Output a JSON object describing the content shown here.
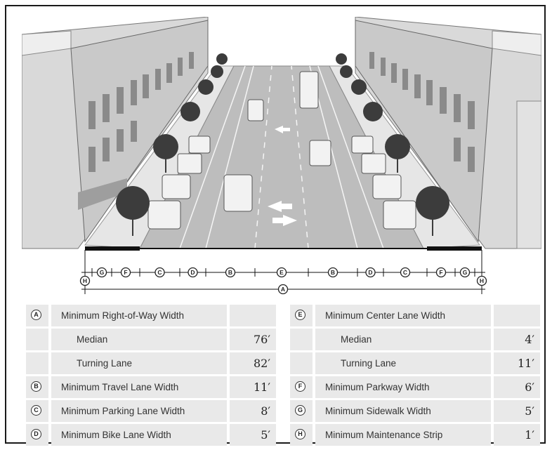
{
  "left_table": {
    "rows": [
      {
        "letter": "A",
        "label": "Minimum Right-of-Way Width",
        "value": ""
      },
      {
        "letter": "",
        "label": "Median",
        "value": "76′"
      },
      {
        "letter": "",
        "label": "Turning Lane",
        "value": "82′"
      },
      {
        "letter": "B",
        "label": "Minimum Travel Lane Width",
        "value": "11′"
      },
      {
        "letter": "C",
        "label": "Minimum Parking Lane Width",
        "value": "8′"
      },
      {
        "letter": "D",
        "label": "Minimum Bike Lane Width",
        "value": "5′"
      }
    ]
  },
  "right_table": {
    "rows": [
      {
        "letter": "E",
        "label": "Minimum Center Lane Width",
        "value": ""
      },
      {
        "letter": "",
        "label": "Median",
        "value": "4′"
      },
      {
        "letter": "",
        "label": "Turning Lane",
        "value": "11′"
      },
      {
        "letter": "F",
        "label": "Minimum Parkway Width",
        "value": "6′"
      },
      {
        "letter": "G",
        "label": "Minimum Sidewalk Width",
        "value": "5′"
      },
      {
        "letter": "H",
        "label": "Minimum Maintenance Strip",
        "value": "1′"
      }
    ]
  },
  "dimension_labels": {
    "segments": [
      "H",
      "G",
      "F",
      "C",
      "D",
      "B",
      "E",
      "B",
      "D",
      "C",
      "F",
      "G",
      "H"
    ],
    "overall": "A"
  },
  "colors": {
    "road": "#bdbdbd",
    "sidewalk": "#e4e4e4",
    "building": "#d6d6d6",
    "tree": "#3c3c3c",
    "table_bg": "#e9e9e9"
  }
}
